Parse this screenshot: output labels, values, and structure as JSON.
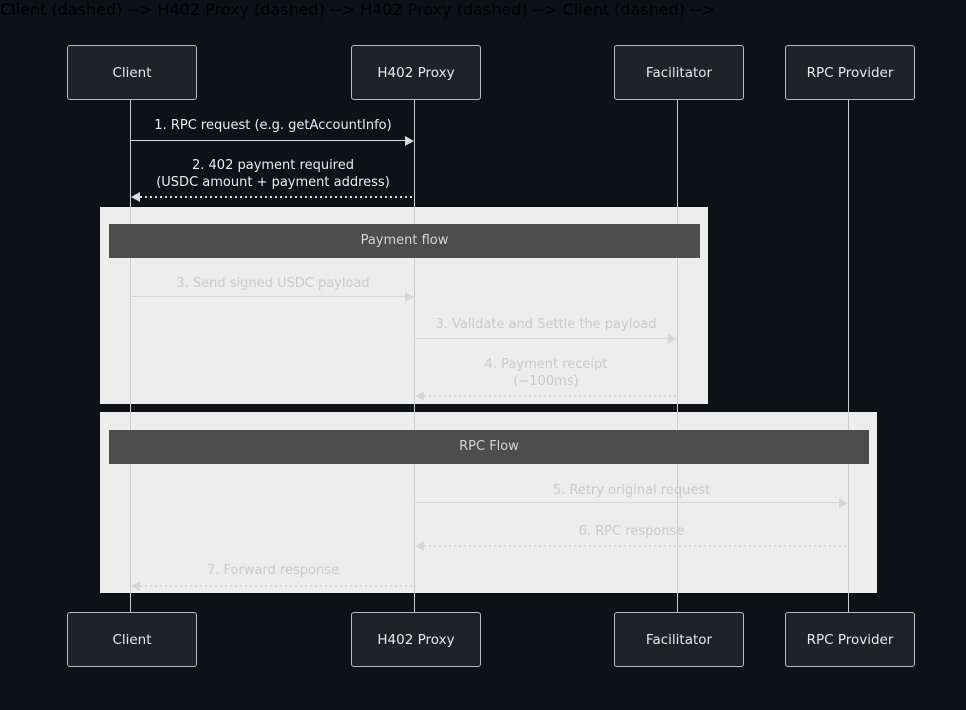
{
  "colors": {
    "bg": "#0e1116",
    "actor_fill": "#1f2327",
    "actor_border": "#b8bcc0",
    "actor_text": "#e8e8e8",
    "lifeline": "#c9cccf",
    "message_text": "#ececec",
    "message_line": "#d8d9da",
    "section_bg": "#ededed",
    "section_title_bg": "#4d4d4d",
    "section_title_text": "#d3d3d3",
    "section_message_text": "#c9c9c9",
    "section_message_line": "#d6d6d6"
  },
  "participants": [
    {
      "label": "Client"
    },
    {
      "label": "H402 Proxy"
    },
    {
      "label": "Facilitator"
    },
    {
      "label": "RPC Provider"
    }
  ],
  "sections": {
    "payment": {
      "title": "Payment flow"
    },
    "rpc": {
      "title": "RPC Flow"
    }
  },
  "messages": {
    "m1": {
      "text": "1. RPC request (e.g. getAccountInfo)",
      "from": "Client",
      "to": "H402 Proxy",
      "line": "solid"
    },
    "m2": {
      "line1": "2. 402 payment required",
      "line2": "(USDC amount + payment address)",
      "from": "H402 Proxy",
      "to": "Client",
      "line": "dashed"
    },
    "m3": {
      "text": "3. Send signed USDC payload",
      "from": "Client",
      "to": "H402 Proxy",
      "line": "solid"
    },
    "m3b": {
      "text": "3. Validate and Settle the payload",
      "from": "H402 Proxy",
      "to": "Facilitator",
      "line": "solid"
    },
    "m4": {
      "line1": "4. Payment receipt",
      "line2": "(~100ms)",
      "from": "Facilitator",
      "to": "H402 Proxy",
      "line": "dashed"
    },
    "m5": {
      "text": "5. Retry original request",
      "from": "H402 Proxy",
      "to": "RPC Provider",
      "line": "solid"
    },
    "m6": {
      "text": "6. RPC response",
      "from": "RPC Provider",
      "to": "H402 Proxy",
      "line": "dashed"
    },
    "m7": {
      "text": "7. Forward response",
      "from": "H402 Proxy",
      "to": "Client",
      "line": "dashed"
    }
  }
}
